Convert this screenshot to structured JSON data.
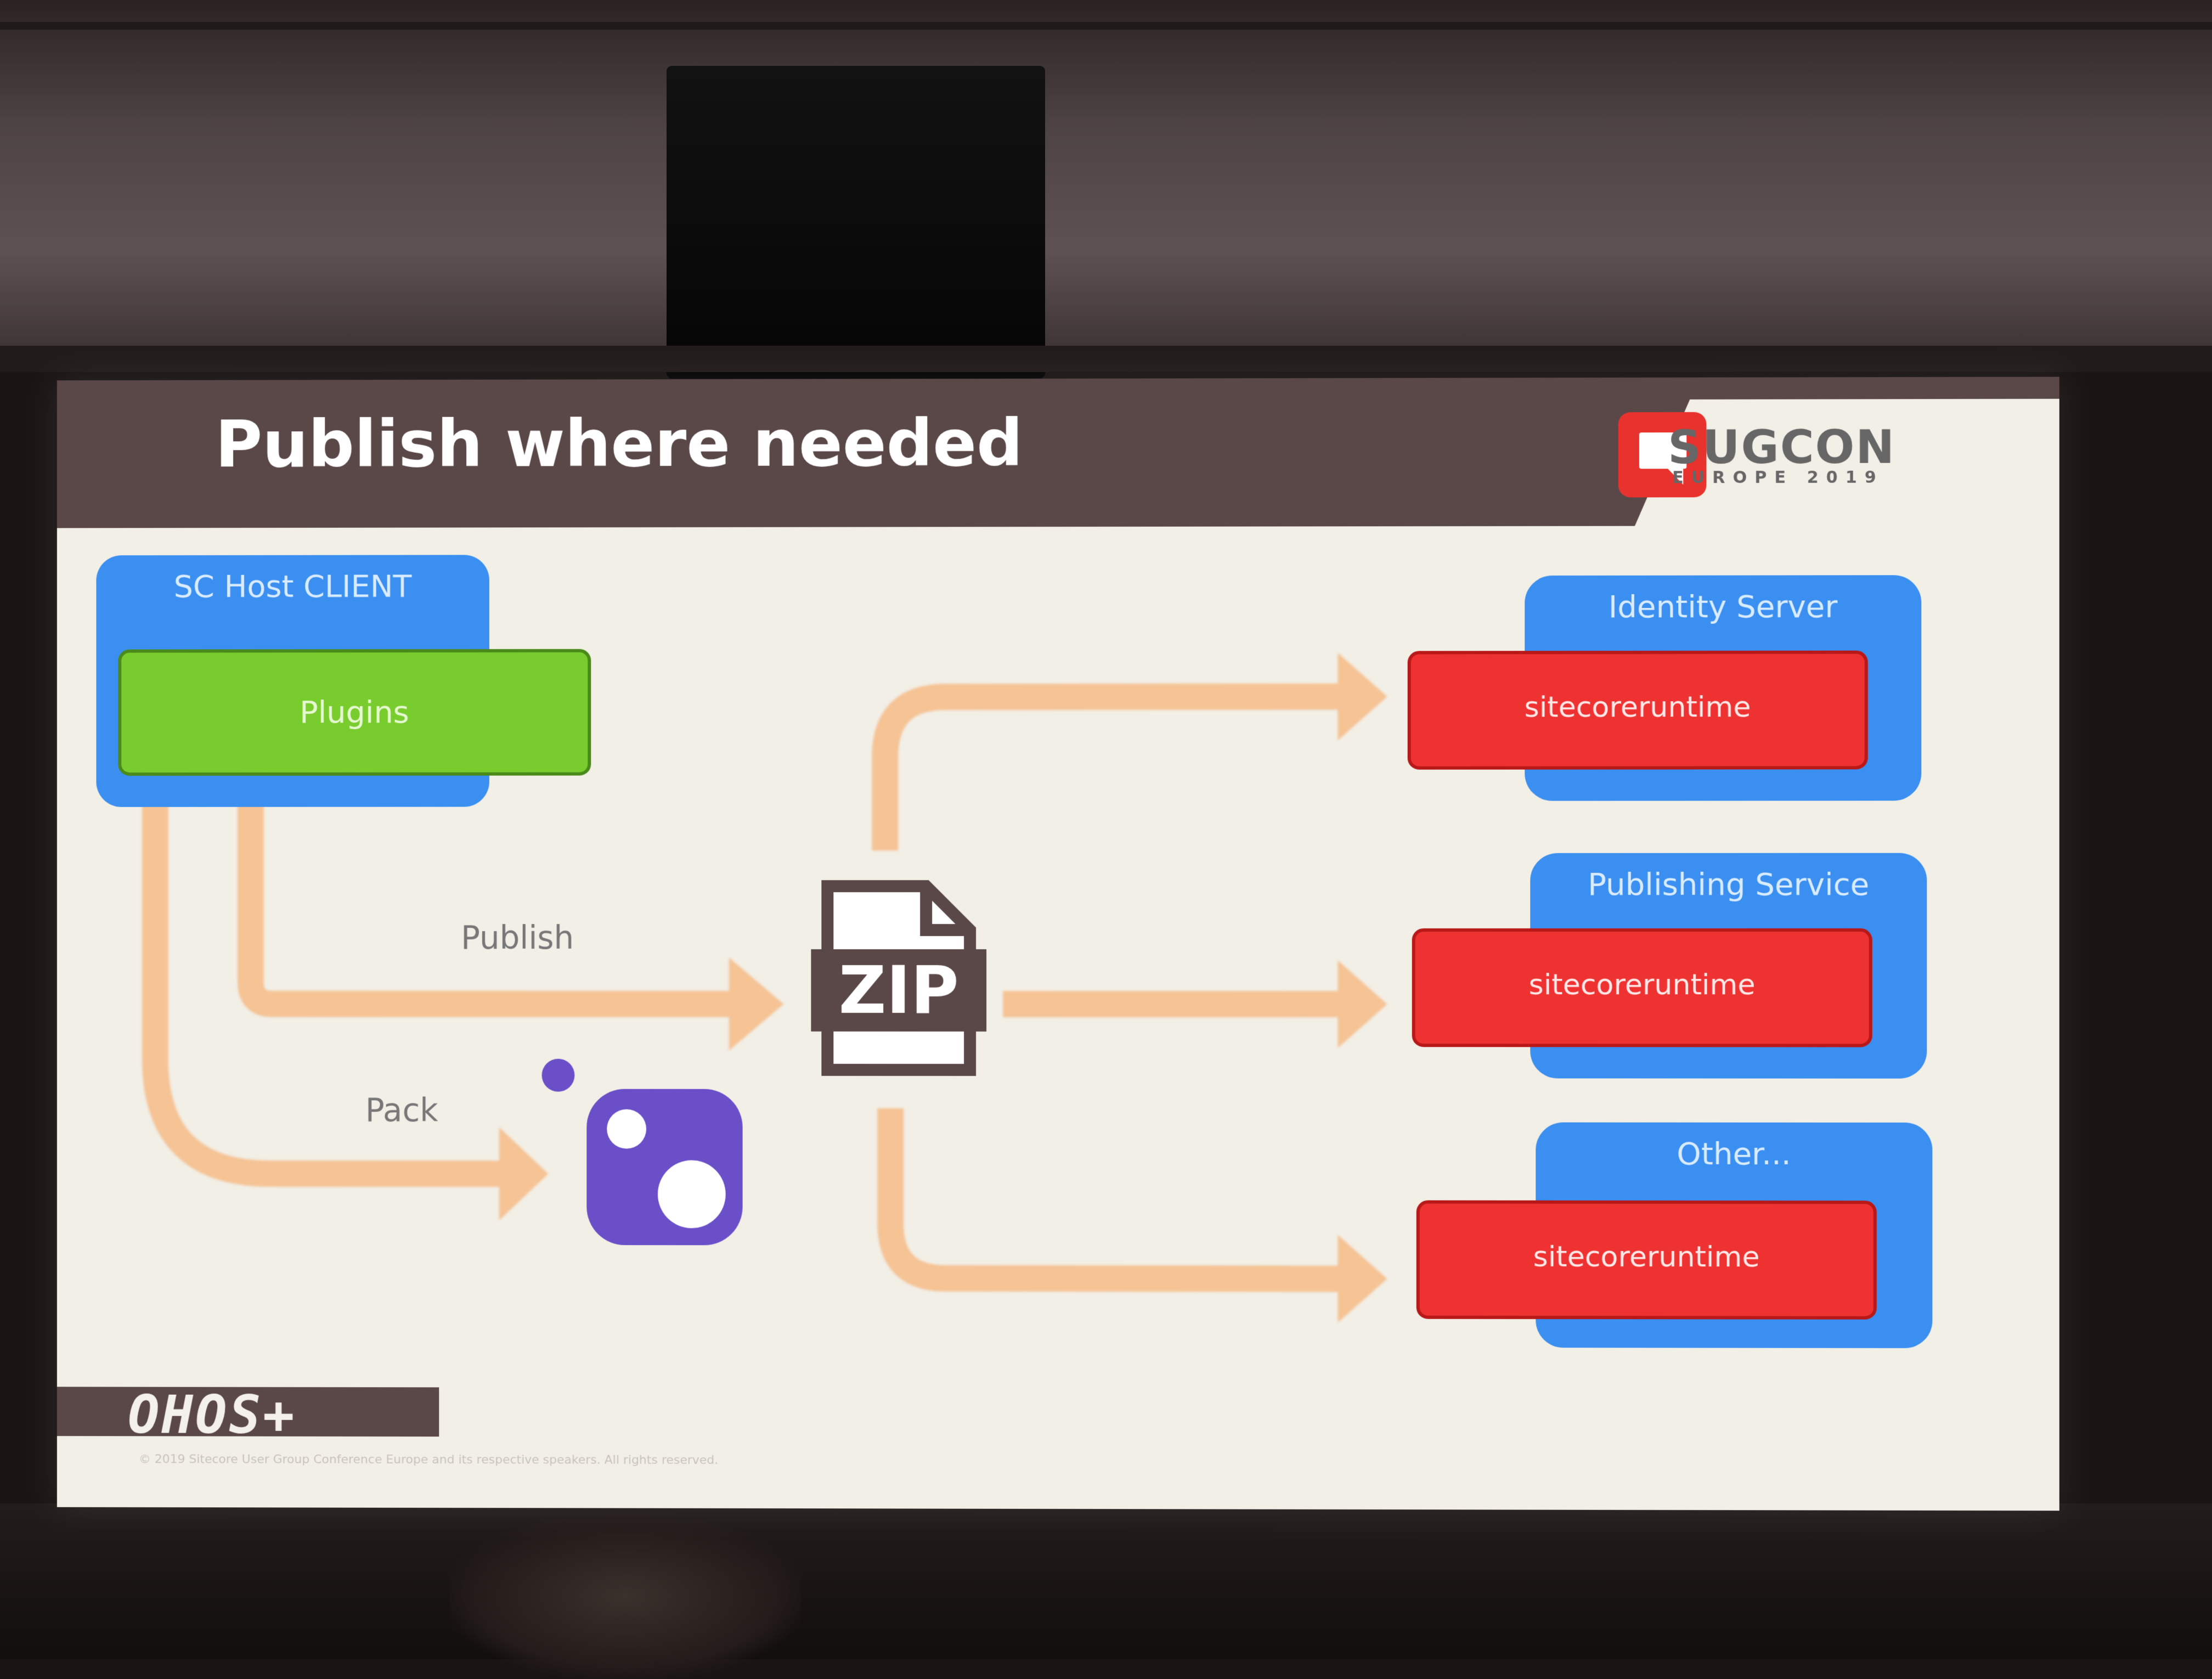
{
  "slide": {
    "title": "Publish where needed",
    "brand": {
      "name": "SUGCON",
      "subtitle": "EUROPE 2019"
    },
    "footer": {
      "logo_text": "OHOS+",
      "copyright": "© 2019 Sitecore User Group Conference Europe and its respective speakers.  All rights reserved."
    }
  },
  "diagram": {
    "client_box": {
      "label": "SC Host CLIENT",
      "inner_label": "Plugins"
    },
    "flows": {
      "publish": "Publish",
      "pack": "Pack"
    },
    "zip_label": "ZIP",
    "targets": [
      {
        "label": "Identity Server",
        "runtime": "sitecoreruntime"
      },
      {
        "label": "Publishing Service",
        "runtime": "sitecoreruntime"
      },
      {
        "label": "Other...",
        "runtime": "sitecoreruntime"
      }
    ]
  },
  "colors": {
    "slide_background": "#f2efe7",
    "header_band": "#5a4848",
    "client_blue": "#3b8ff0",
    "plugins_green": "#79cc2e",
    "runtime_red": "#ee3232",
    "arrow_peach": "#f5c394",
    "nuget_purple": "#6a4fc9",
    "sugcon_red": "#e8322d"
  },
  "icons": [
    "sugcon-logo-icon",
    "zip-file-icon",
    "nuget-icon"
  ]
}
